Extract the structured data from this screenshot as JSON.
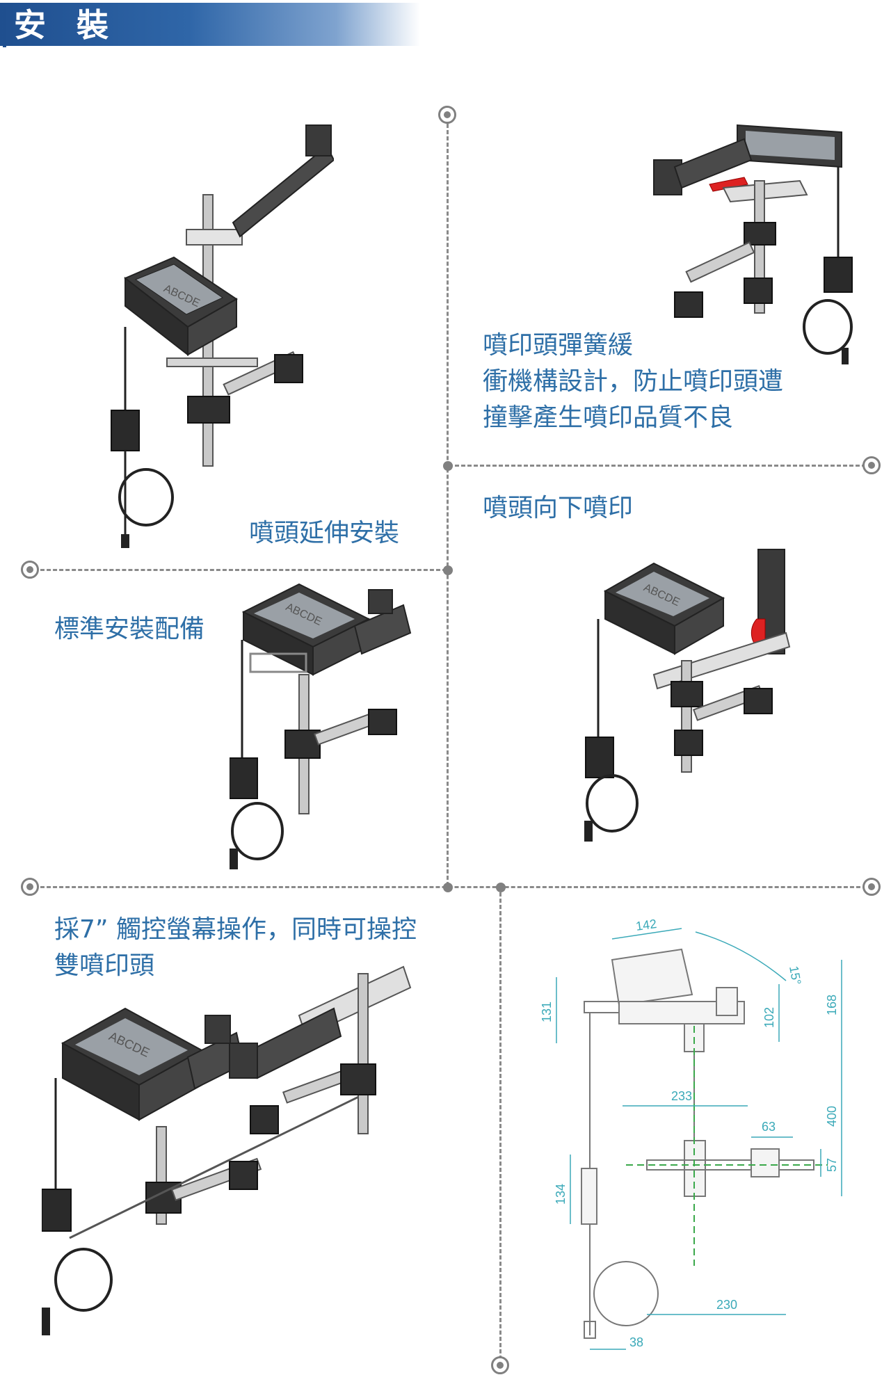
{
  "header": {
    "title": "安 裝"
  },
  "captions": {
    "extension": "噴頭延伸安裝",
    "spring_line1": "噴印頭彈簧緩",
    "spring_line2": "衝機構設計，防止噴印頭遭",
    "spring_line3": "撞擊產生噴印品質不良",
    "downward": "噴頭向下噴印",
    "standard": "標準安裝配備",
    "touch_line1": "採7” 觸控螢幕操作，同時可操控",
    "touch_line2": "雙噴印頭"
  },
  "screen_text": "ABCDE",
  "dimensions": {
    "d142": "142",
    "d15": "15°",
    "d131": "131",
    "d102": "102",
    "d168": "168",
    "d233": "233",
    "d63": "63",
    "d400": "400",
    "d134": "134",
    "d57": "57",
    "d230": "230",
    "d38": "38"
  },
  "colors": {
    "accent": "#2e6fa7",
    "header": "#1f4f8f",
    "dimension": "#3aa9b8"
  }
}
